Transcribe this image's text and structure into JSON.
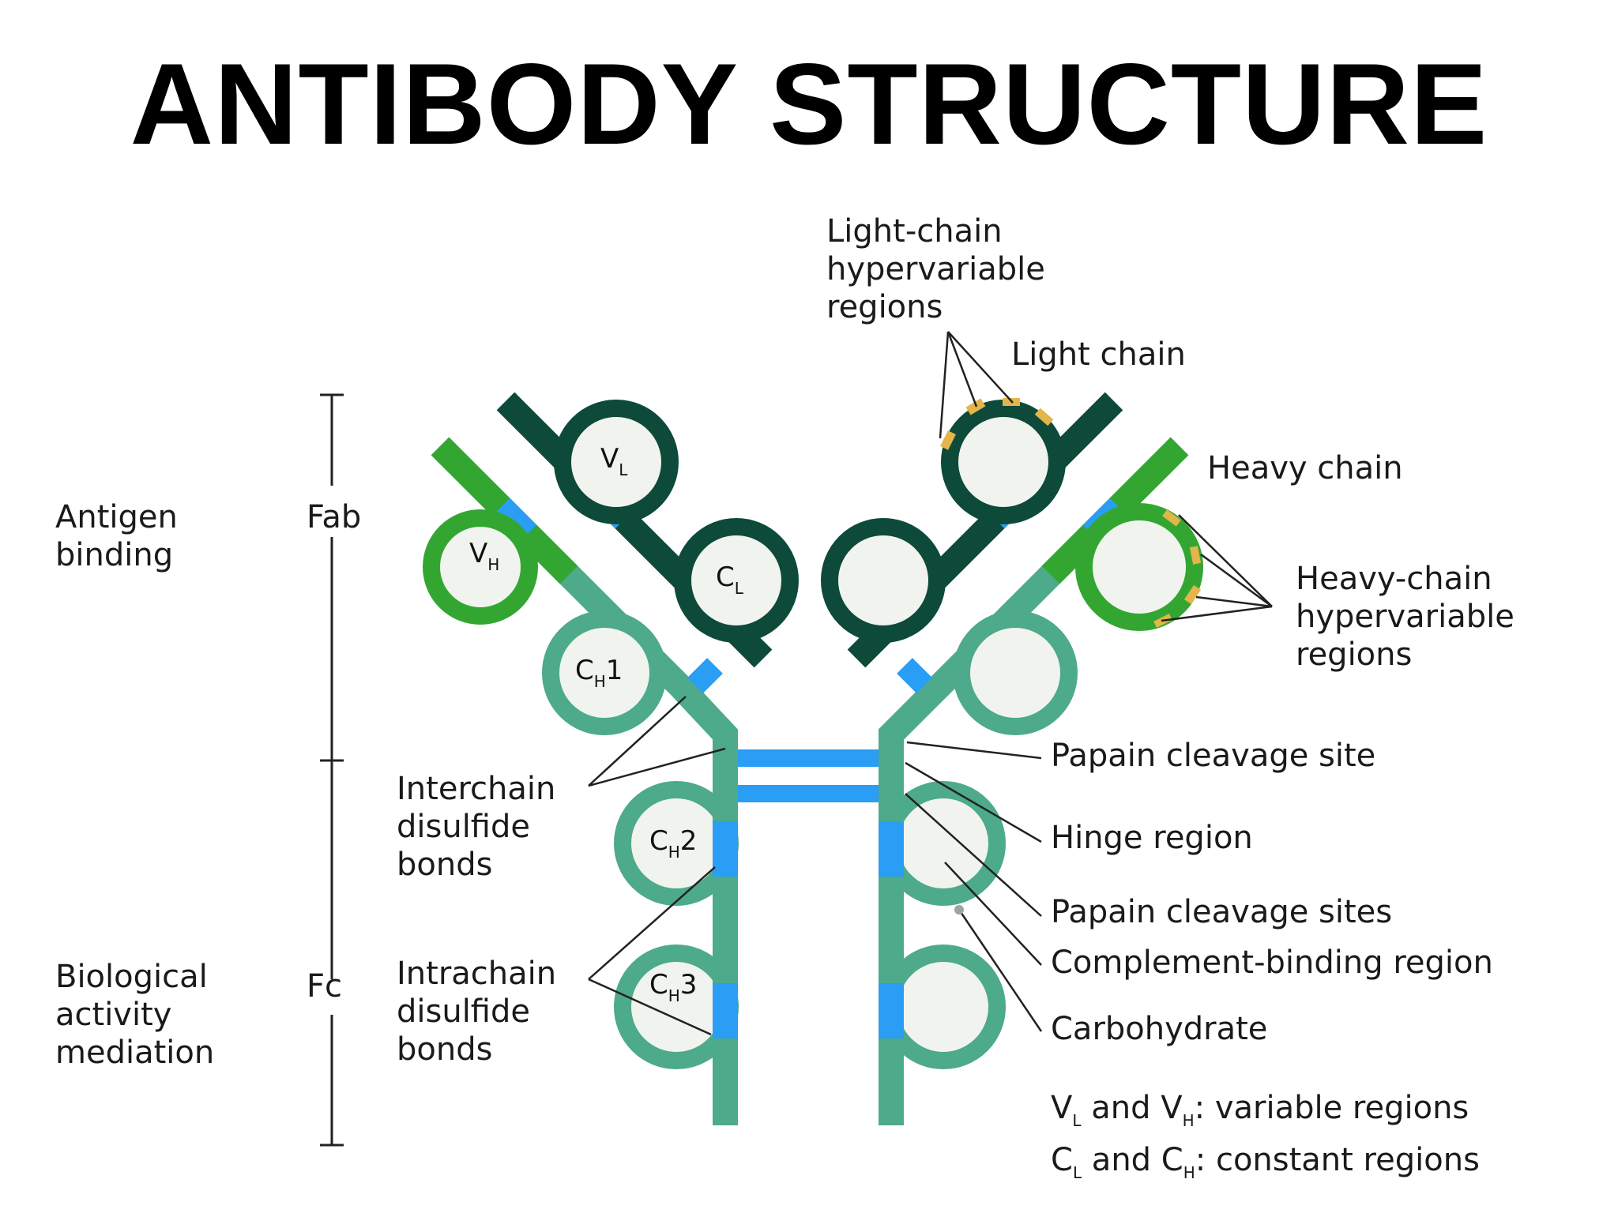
{
  "title": "ANTIBODY STRUCTURE",
  "colors": {
    "light_chain": "#0d4a39",
    "heavy_chain_variable": "#33a632",
    "heavy_chain_constant": "#4daa8a",
    "hinge_and_junctions": "#2a9df4",
    "hypervariable_marks": "#e3b54a",
    "domain_fill": "#f1f4ee"
  },
  "left_labels": {
    "antigen_binding": [
      "Antigen",
      "binding"
    ],
    "fab": "Fab",
    "biological_activity": [
      "Biological",
      "activity",
      "mediation"
    ],
    "fc": "Fc",
    "interchain_bonds": [
      "Interchain",
      "disulfide",
      "bonds"
    ],
    "intrachain_bonds": [
      "Intrachain",
      "disulfide",
      "bonds"
    ]
  },
  "domains": {
    "vl": {
      "main": "V",
      "sub": "L"
    },
    "cl": {
      "main": "C",
      "sub": "L"
    },
    "vh": {
      "main": "V",
      "sub": "H"
    },
    "ch1": {
      "main": "C",
      "sub": "H",
      "suffix": "1"
    },
    "ch2": {
      "main": "C",
      "sub": "H",
      "suffix": "2"
    },
    "ch3": {
      "main": "C",
      "sub": "H",
      "suffix": "3"
    }
  },
  "right_labels": {
    "light_chain_hypervariable": [
      "Light-chain",
      "hypervariable",
      "regions"
    ],
    "light_chain": "Light chain",
    "heavy_chain": "Heavy chain",
    "heavy_chain_hypervariable": [
      "Heavy-chain",
      "hypervariable",
      "regions"
    ],
    "papain_cleavage_site": "Papain cleavage site",
    "hinge_region": "Hinge region",
    "papain_cleavage_sites": "Papain cleavage sites",
    "complement_binding_region": "Complement-binding region",
    "carbohydrate": "Carbohydrate"
  },
  "legend": {
    "variable": {
      "a": "V",
      "a_sub": "L",
      "and": " and ",
      "b": "V",
      "b_sub": "H",
      "text": ": variable regions"
    },
    "constant": {
      "a": "C",
      "a_sub": "L",
      "and": " and ",
      "b": "C",
      "b_sub": "H",
      "text": ": constant regions"
    }
  }
}
